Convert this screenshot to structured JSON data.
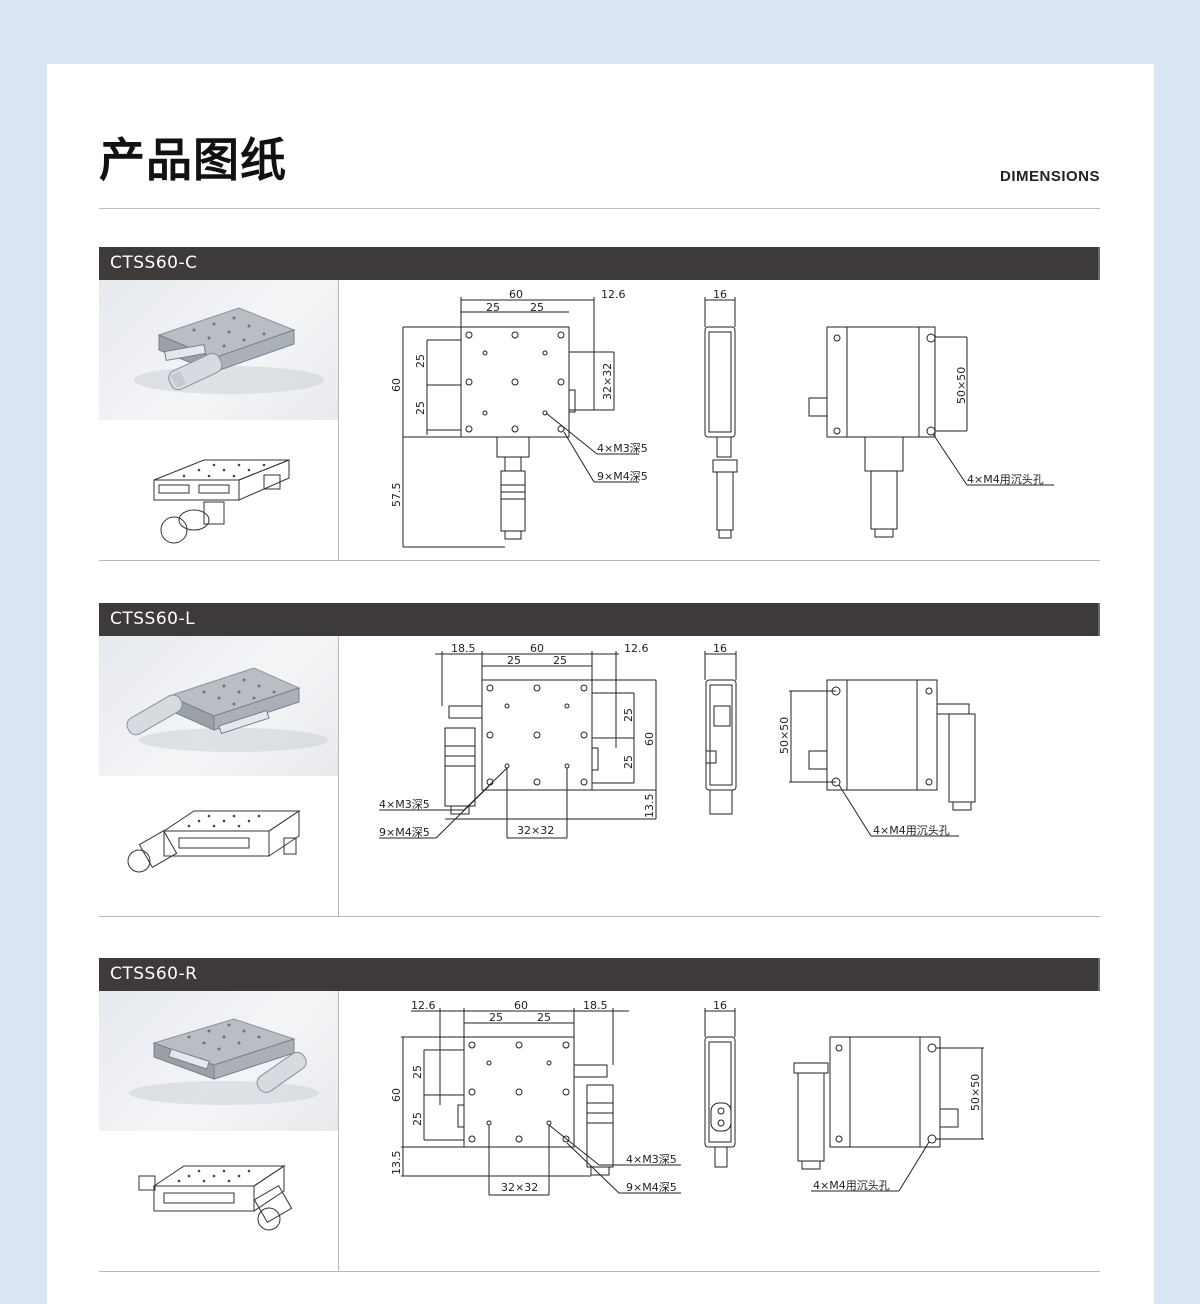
{
  "page": {
    "title": "产品图纸",
    "subtitle": "DIMENSIONS"
  },
  "products": [
    {
      "name": "CTSS60-C",
      "dims": {
        "width": "60",
        "pitch_a": "25",
        "pitch_b": "25",
        "knob_offset": "12.6",
        "height": "60",
        "pitch_c": "25",
        "pitch_d": "25",
        "length": "57.5",
        "side_width": "16",
        "pattern": "32×32",
        "mount": "50×50"
      },
      "notes": [
        "4×M3深5",
        "9×M4深5",
        "4×M4用沉头孔"
      ]
    },
    {
      "name": "CTSS60-L",
      "dims": {
        "knob_offset_left": "18.5",
        "width": "60",
        "pitch_a": "25",
        "pitch_b": "25",
        "knob_offset": "12.6",
        "side_width": "16",
        "pitch_c": "25",
        "pitch_d": "25",
        "height": "60",
        "base": "13.5",
        "pattern": "32×32",
        "mount": "50×50"
      },
      "notes": [
        "4×M3深5",
        "9×M4深5",
        "4×M4用沉头孔"
      ]
    },
    {
      "name": "CTSS60-R",
      "dims": {
        "knob_offset": "12.6",
        "width": "60",
        "knob_offset_right": "18.5",
        "pitch_a": "25",
        "pitch_b": "25",
        "side_width": "16",
        "height": "60",
        "pitch_c": "25",
        "pitch_d": "25",
        "base": "13.5",
        "pattern": "32×32",
        "mount": "50×50"
      },
      "notes": [
        "4×M3深5",
        "9×M4深5",
        "4×M4用沉头孔"
      ]
    }
  ]
}
